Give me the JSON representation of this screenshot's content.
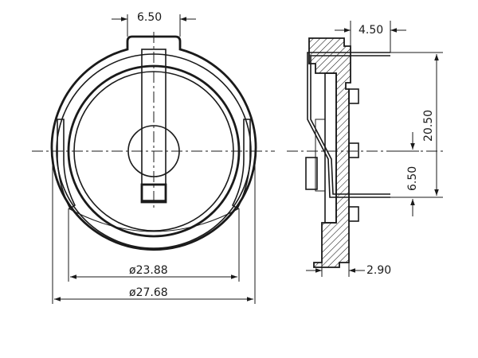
{
  "dimensions": {
    "slot_width": "6.50",
    "inner_diameter": "ø23.88",
    "outer_diameter": "ø27.68",
    "pin_offset_top": "4.50",
    "pin_span": "20.50",
    "pin_spacing": "6.50",
    "base_thickness": "2.90"
  },
  "colors": {
    "line": "#1a1a1a",
    "hatch": "#1a1a1a",
    "background": "#ffffff"
  }
}
